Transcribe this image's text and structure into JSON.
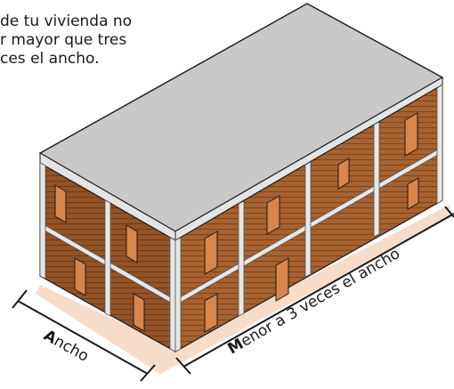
{
  "note": {
    "text": "de tu vivienda no\nr mayor que tres\nces el ancho."
  },
  "labels": {
    "width_initial": "A",
    "width_rest": "ncho",
    "length_initial": "M",
    "length_rest": "enor a 3 veces el ancho"
  },
  "colors": {
    "roof": "#c9c9c9",
    "roof_edge": "#e4e4e4",
    "wall_front": "#b06a33",
    "wall_side": "#9d5b2b",
    "wall_dark": "#7f4620",
    "column": "#e7e7e7",
    "window": "#d9854e",
    "ground": "#f7ddc9",
    "line": "#1a1a1a"
  }
}
